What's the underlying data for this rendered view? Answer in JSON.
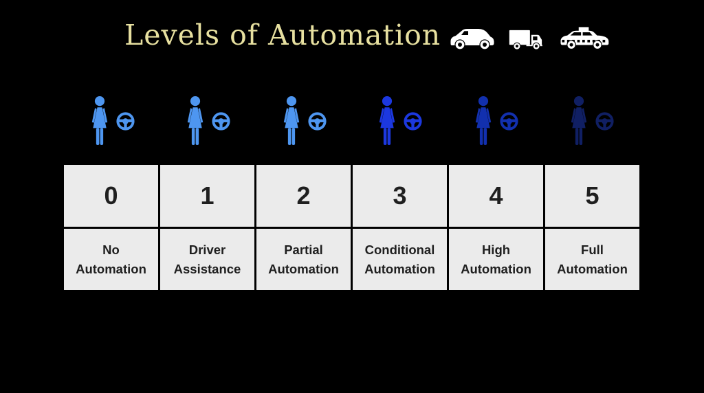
{
  "title": "Levels of Automation",
  "colors": {
    "background": "#000000",
    "title_text": "#e7e0a0",
    "table_cell_bg": "#ebebeb",
    "table_text": "#1f1f1f",
    "vehicle_icons": "#ffffff"
  },
  "header_vehicles": [
    {
      "icon": "car-icon"
    },
    {
      "icon": "truck-icon"
    },
    {
      "icon": "taxi-icon"
    }
  ],
  "driver_icons": {
    "person_icon": "woman-silhouette-icon",
    "wheel_icon": "steering-wheel-icon"
  },
  "levels": [
    {
      "number": "0",
      "label": "No Automation",
      "icon_color": "#4e96f0"
    },
    {
      "number": "1",
      "label": "Driver Assistance",
      "icon_color": "#4e96f0"
    },
    {
      "number": "2",
      "label": "Partial Automation",
      "icon_color": "#4e96f0"
    },
    {
      "number": "3",
      "label": "Conditional Automation",
      "icon_color": "#1c38e0"
    },
    {
      "number": "4",
      "label": "High Automation",
      "icon_color": "#1230ae"
    },
    {
      "number": "5",
      "label": "Full Automation",
      "icon_color": "#101f63"
    }
  ]
}
